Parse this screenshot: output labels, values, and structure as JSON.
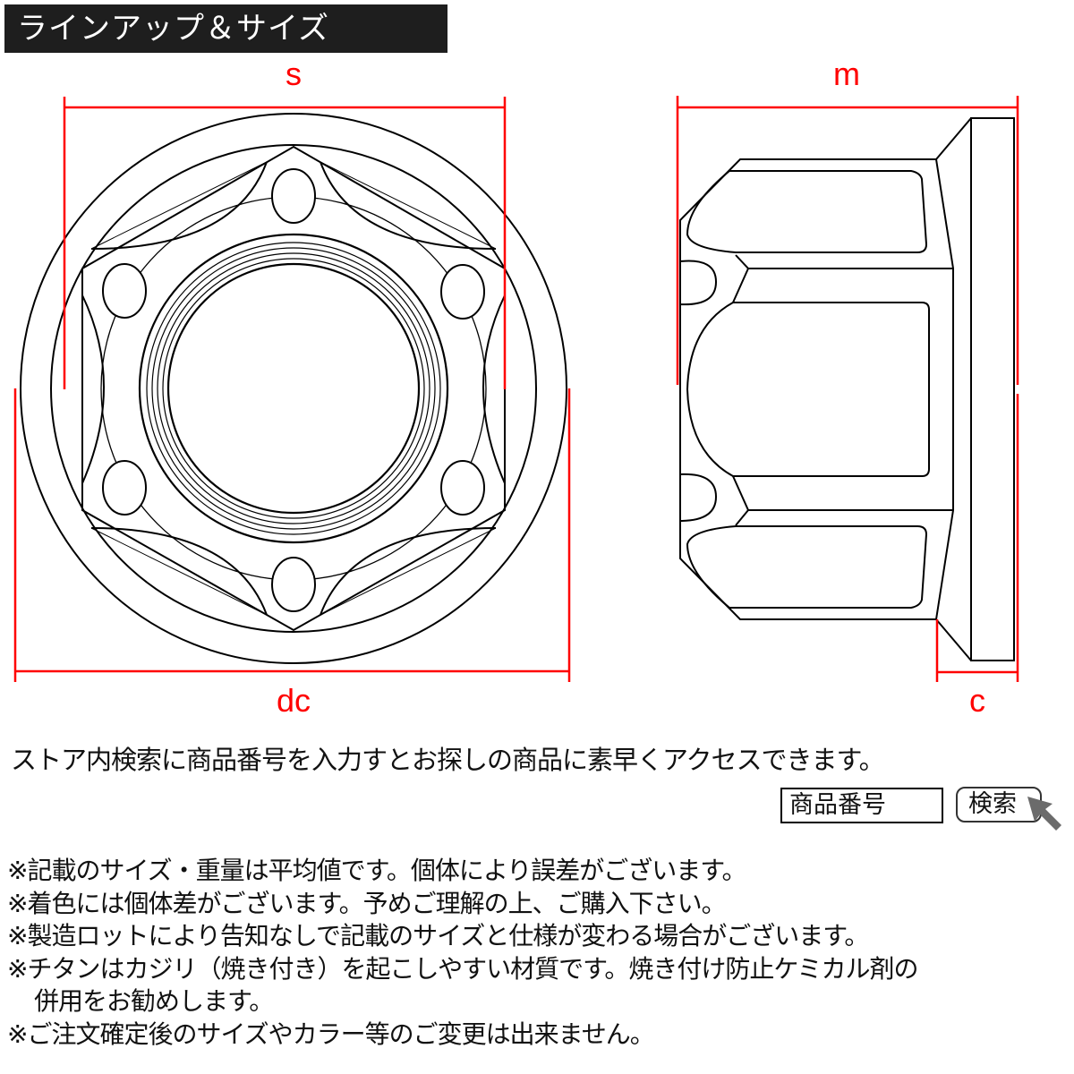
{
  "header": {
    "title": "ラインアップ＆サイズ"
  },
  "dimensions": {
    "s": "s",
    "dc": "dc",
    "m": "m",
    "c": "c"
  },
  "colors": {
    "dimension_red": "#ff0000",
    "title_bg": "#1e1e1e",
    "line_black": "#000000",
    "cursor_gray": "#6b6b6b"
  },
  "search": {
    "description": "ストア内検索に商品番号を入力すとお探しの商品に素早くアクセスできます。",
    "input_value": "商品番号",
    "button_label": "検索"
  },
  "notes": [
    "※記載のサイズ・重量は平均値です。個体により誤差がございます。",
    "※着色には個体差がございます。予めご理解の上、ご購入下さい。",
    "※製造ロットにより告知なしで記載のサイズと仕様が変わる場合がございます。",
    "※チタンはカジリ（焼き付き）を起こしやすい材質です。焼き付け防止ケミカル剤の",
    "併用をお勧めします。",
    "※ご注文確定後のサイズやカラー等のご変更は出来ません。"
  ]
}
